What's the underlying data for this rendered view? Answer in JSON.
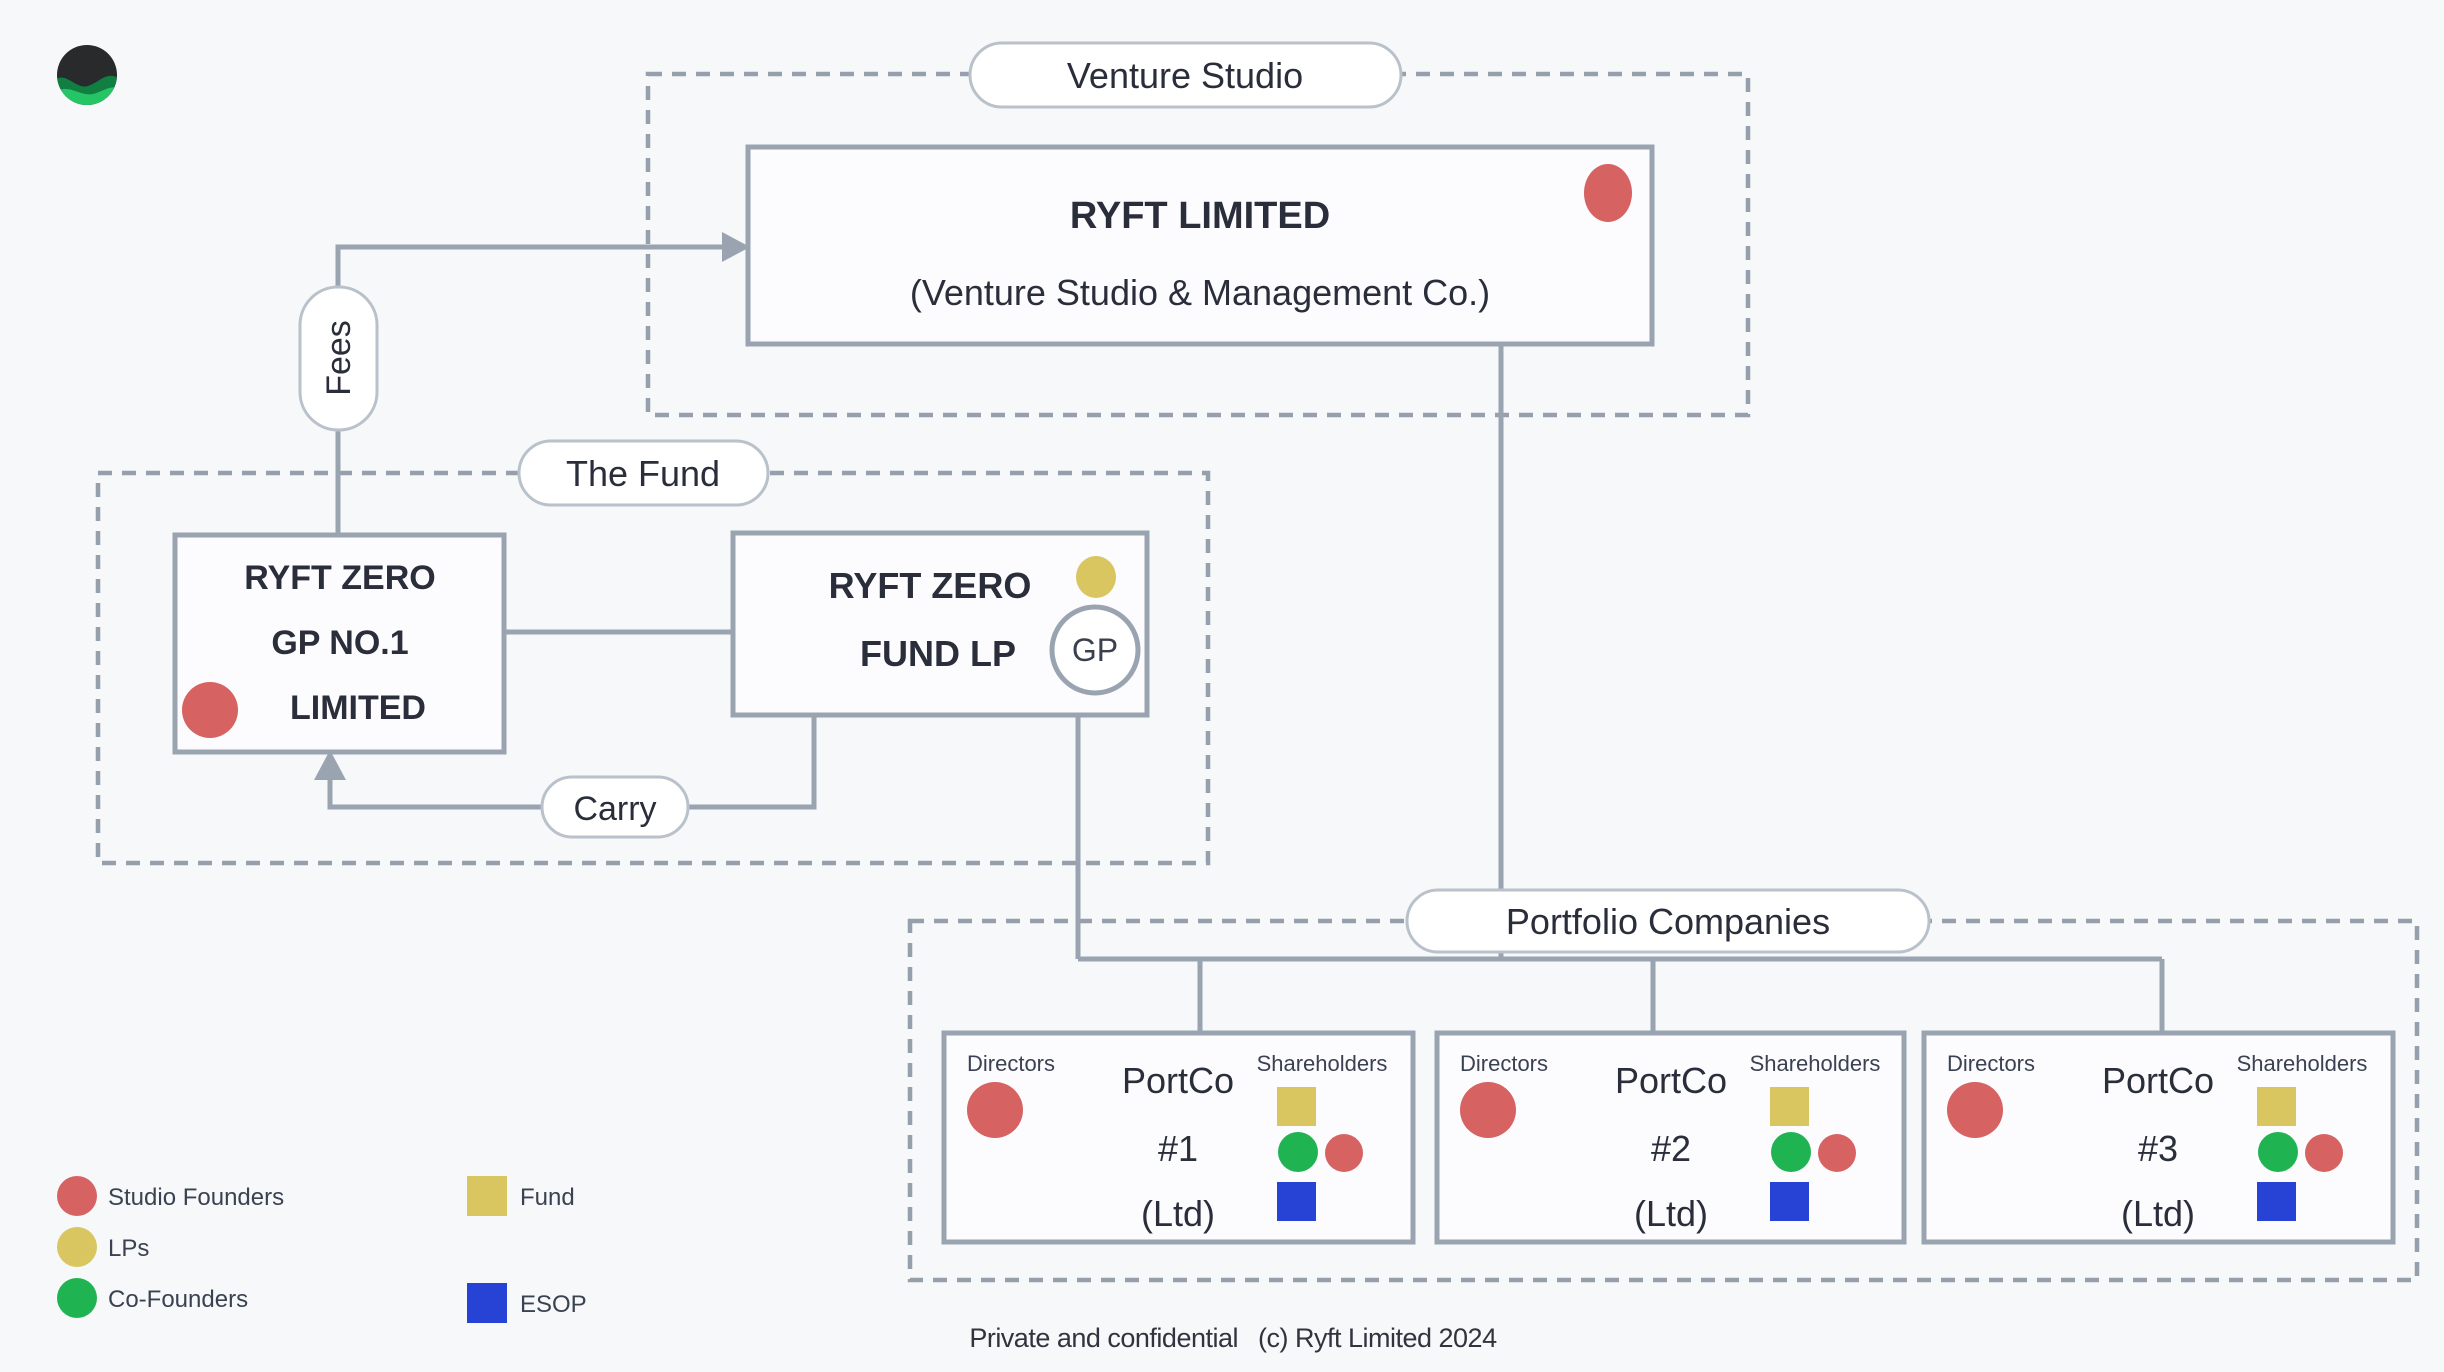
{
  "colors": {
    "background": "#f7f8fa",
    "connector_gray": "#9aa4b0",
    "dashed_border_gray": "#96a0ac",
    "box_fill": "#fcfcfe",
    "text_dark": "#2a2d3a",
    "label_gray": "#3a4252",
    "studio_founders_red": "#d66262",
    "lps_fund_yellow": "#d9c660",
    "co_founders_green": "#1fb351",
    "esop_blue": "#2743d6",
    "logo_dark": "#282a2c",
    "logo_green_dark": "#117e42",
    "logo_green_bright": "#25c464"
  },
  "groups": {
    "venture_studio": {
      "label": "Venture Studio"
    },
    "fund": {
      "label": "The Fund"
    },
    "portfolio": {
      "label": "Portfolio Companies"
    }
  },
  "nodes": {
    "ryft_limited": {
      "title": "RYFT LIMITED",
      "subtitle": "(Venture Studio & Management Co.)"
    },
    "gp_no1": {
      "lines": [
        "RYFT ZERO",
        "GP NO.1",
        "LIMITED"
      ]
    },
    "fund_lp": {
      "lines": [
        "RYFT ZERO",
        "FUND LP"
      ],
      "gp_badge": "GP"
    }
  },
  "edges": {
    "fees": "Fees",
    "carry": "Carry"
  },
  "portcos": [
    {
      "directors": "Directors",
      "shareholders": "Shareholders",
      "name": "PortCo",
      "number": "#1",
      "suffix": "(Ltd)"
    },
    {
      "directors": "Directors",
      "shareholders": "Shareholders",
      "name": "PortCo",
      "number": "#2",
      "suffix": "(Ltd)"
    },
    {
      "directors": "Directors",
      "shareholders": "Shareholders",
      "name": "PortCo",
      "number": "#3",
      "suffix": "(Ltd)"
    }
  ],
  "legend": {
    "items": [
      {
        "label": "Studio Founders",
        "shape": "circle",
        "color": "#d66262"
      },
      {
        "label": "LPs",
        "shape": "circle",
        "color": "#d9c660"
      },
      {
        "label": "Co-Founders",
        "shape": "circle",
        "color": "#1fb351"
      },
      {
        "label": "Fund",
        "shape": "square",
        "color": "#d9c660"
      },
      {
        "label": "ESOP",
        "shape": "square",
        "color": "#2743d6"
      }
    ]
  },
  "footer": {
    "left": "Private and confidential",
    "right": "(c) Ryft Limited 2024"
  }
}
